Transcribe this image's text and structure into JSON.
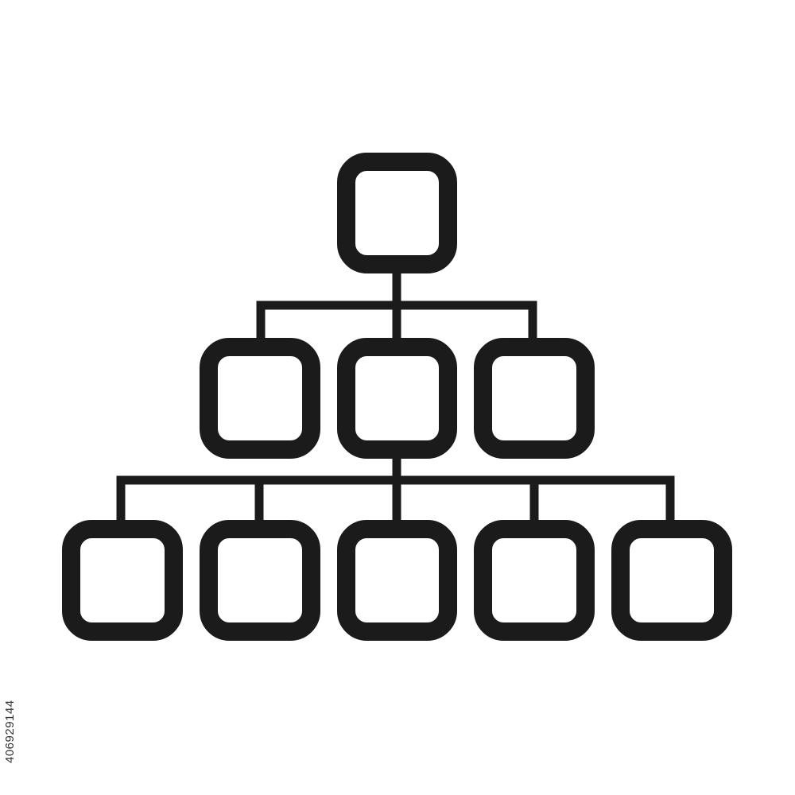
{
  "colors": {
    "background": "#ffffff",
    "stroke": "#1b1b1c"
  },
  "diagram": {
    "type": "hierarchy-icon",
    "icon_name": "org-chart-icon",
    "levels": [
      {
        "level": 1,
        "node_count": 1
      },
      {
        "level": 2,
        "node_count": 3
      },
      {
        "level": 3,
        "node_count": 5
      }
    ]
  },
  "watermark": {
    "stock_id": "406929144"
  }
}
